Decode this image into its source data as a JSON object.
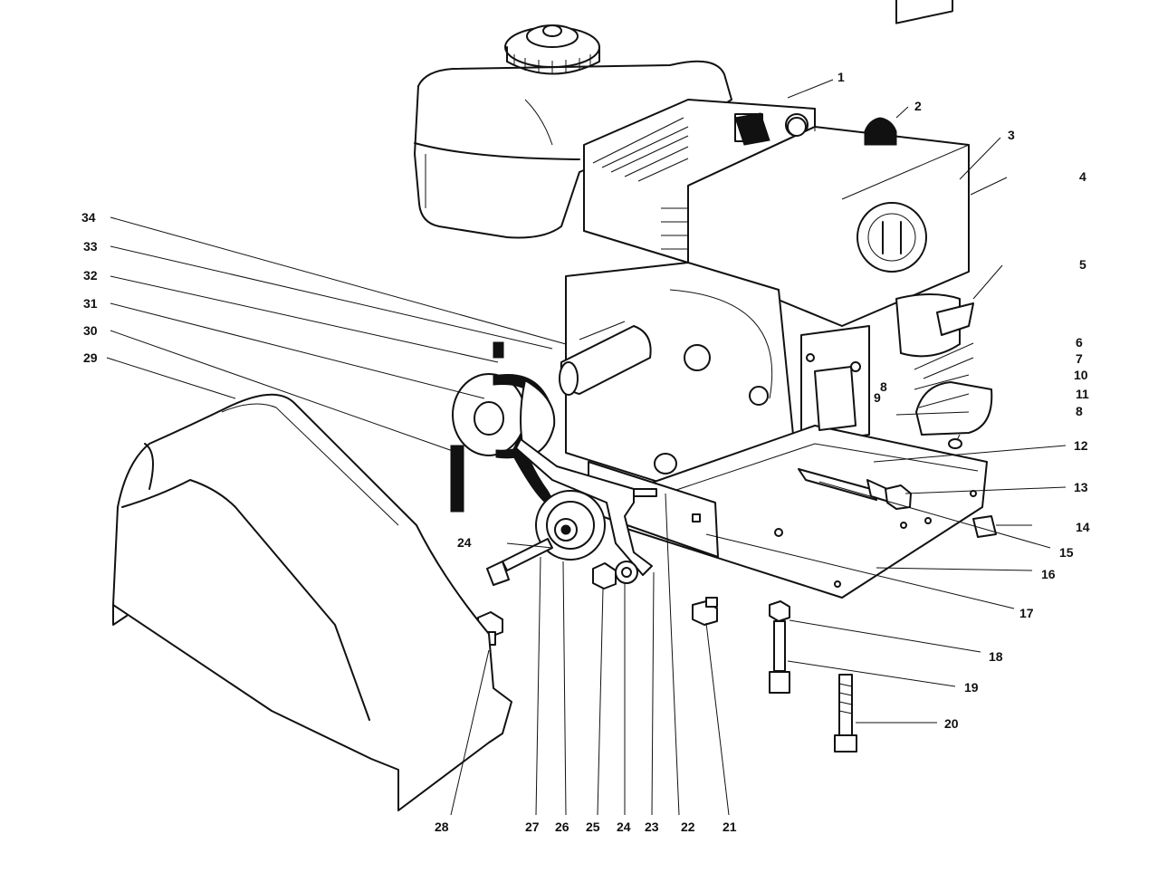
{
  "callouts": [
    {
      "id": "1",
      "label": "1"
    },
    {
      "id": "2",
      "label": "2"
    },
    {
      "id": "3",
      "label": "3"
    },
    {
      "id": "4",
      "label": "4"
    },
    {
      "id": "5",
      "label": "5"
    },
    {
      "id": "6",
      "label": "6"
    },
    {
      "id": "7",
      "label": "7"
    },
    {
      "id": "8a",
      "label": "8"
    },
    {
      "id": "9",
      "label": "9"
    },
    {
      "id": "10",
      "label": "10"
    },
    {
      "id": "11",
      "label": "11"
    },
    {
      "id": "8b",
      "label": "8"
    },
    {
      "id": "12",
      "label": "12"
    },
    {
      "id": "13",
      "label": "13"
    },
    {
      "id": "14",
      "label": "14"
    },
    {
      "id": "15",
      "label": "15"
    },
    {
      "id": "16",
      "label": "16"
    },
    {
      "id": "17",
      "label": "17"
    },
    {
      "id": "18",
      "label": "18"
    },
    {
      "id": "19",
      "label": "19"
    },
    {
      "id": "20",
      "label": "20"
    },
    {
      "id": "21",
      "label": "21"
    },
    {
      "id": "22",
      "label": "22"
    },
    {
      "id": "23",
      "label": "23"
    },
    {
      "id": "24a",
      "label": "24"
    },
    {
      "id": "25",
      "label": "25"
    },
    {
      "id": "26",
      "label": "26"
    },
    {
      "id": "27",
      "label": "27"
    },
    {
      "id": "28",
      "label": "28"
    },
    {
      "id": "24b",
      "label": "24"
    },
    {
      "id": "29",
      "label": "29"
    },
    {
      "id": "30",
      "label": "30"
    },
    {
      "id": "31",
      "label": "31"
    },
    {
      "id": "32",
      "label": "32"
    },
    {
      "id": "33",
      "label": "33"
    },
    {
      "id": "34",
      "label": "34"
    }
  ]
}
